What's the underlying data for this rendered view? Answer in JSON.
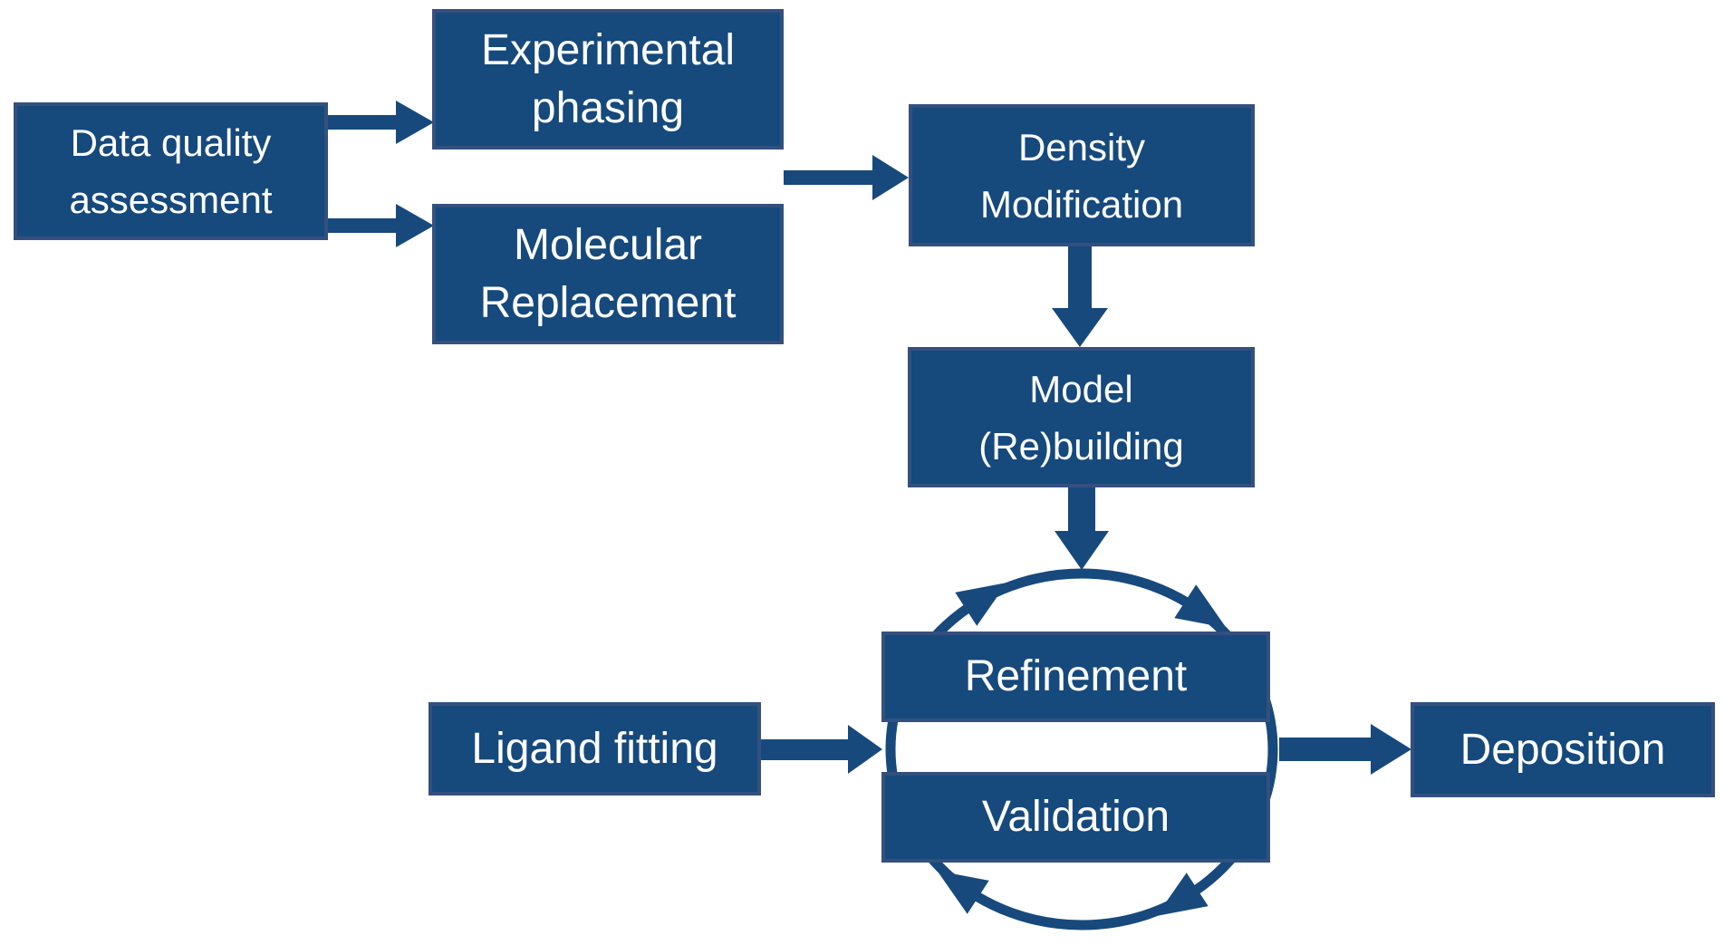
{
  "diagram": {
    "type": "flowchart",
    "background": "#ffffff",
    "colors": {
      "box_fill": "#16497c",
      "box_border": "#34507e",
      "arrow": "#17497d",
      "text": "#ffffff"
    },
    "nodes": {
      "data_quality": {
        "label": "Data quality\nassessment"
      },
      "experimental_phasing": {
        "label": "Experimental\nphasing"
      },
      "molecular_replacement": {
        "label": "Molecular\nReplacement"
      },
      "density_modification": {
        "label": "Density\nModification"
      },
      "model_rebuilding": {
        "label": "Model\n(Re)building"
      },
      "refinement": {
        "label": "Refinement"
      },
      "validation": {
        "label": "Validation"
      },
      "ligand_fitting": {
        "label": "Ligand fitting"
      },
      "deposition": {
        "label": "Deposition"
      }
    },
    "edges": [
      {
        "from": "Data quality assessment",
        "to": "Experimental phasing"
      },
      {
        "from": "Data quality assessment",
        "to": "Molecular Replacement"
      },
      {
        "from": "Experimental phasing / Molecular Replacement",
        "to": "Density Modification"
      },
      {
        "from": "Density Modification",
        "to": "Model (Re)building"
      },
      {
        "from": "Model (Re)building",
        "to": "Refinement-Validation cycle"
      },
      {
        "from": "Ligand fitting",
        "to": "Refinement-Validation cycle"
      },
      {
        "from": "Refinement-Validation cycle",
        "to": "Deposition"
      },
      {
        "from": "Refinement",
        "to": "Validation",
        "type": "circular-cycle-clockwise"
      }
    ]
  }
}
